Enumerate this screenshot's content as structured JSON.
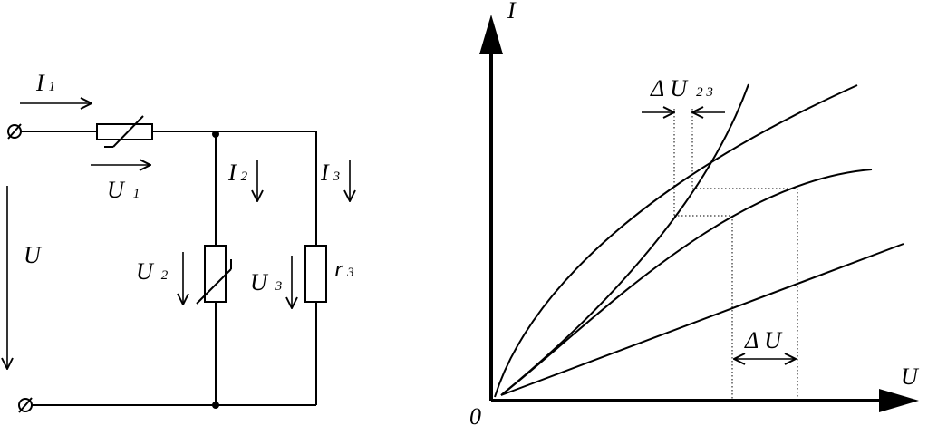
{
  "circuit": {
    "current_1": {
      "symbol": "I",
      "sub": "1"
    },
    "current_2": {
      "symbol": "I",
      "sub": "2"
    },
    "current_3": {
      "symbol": "I",
      "sub": "3"
    },
    "voltage_1": {
      "symbol": "U",
      "sub": "1"
    },
    "voltage_2": {
      "symbol": "U",
      "sub": "2"
    },
    "voltage_3": {
      "symbol": "U",
      "sub": "3"
    },
    "supply_voltage": "U",
    "resistor_3": {
      "symbol": "r",
      "sub": "3"
    }
  },
  "graph": {
    "y_axis_label": "I",
    "x_axis_label": "U",
    "origin_label": "0",
    "delta_u23": {
      "symbol": "Δ U",
      "sub": "2 3"
    },
    "delta_u": "Δ U",
    "colors": {
      "line": "#000000",
      "background": "#ffffff"
    }
  }
}
